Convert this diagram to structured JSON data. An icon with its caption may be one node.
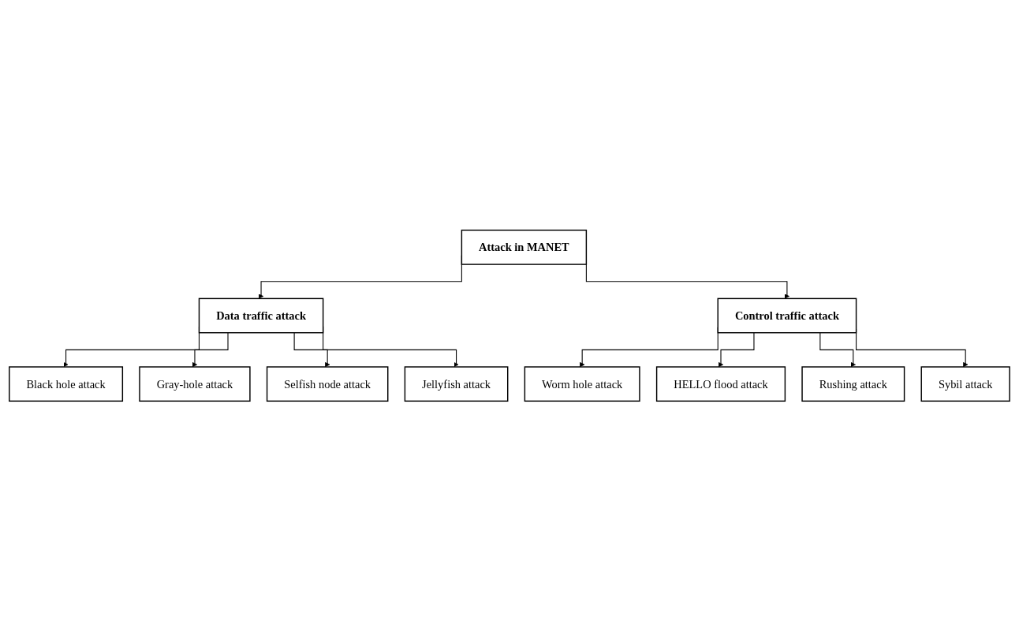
{
  "diagram": {
    "nodes": [
      {
        "text": [
          "Attack in MANET"
        ]
      },
      {
        "text": [
          "Data traffic attack"
        ]
      },
      {
        "text": [
          "Control traffic attack"
        ]
      },
      {
        "text": [
          "Black hole attack"
        ]
      },
      {
        "text": [
          "Gray-hole attack"
        ]
      },
      {
        "text": [
          "Selfish node attack"
        ]
      },
      {
        "text": [
          "Jellyfish attack"
        ]
      },
      {
        "text": [
          "Worm hole attack"
        ]
      },
      {
        "text": [
          "HELLO flood attack"
        ]
      },
      {
        "text": [
          "Rushing attack"
        ]
      },
      {
        "text": [
          "Sybil attack"
        ]
      }
    ],
    "edges": [
      {
        "from": 0,
        "to": 1,
        "arrow": "to"
      },
      {
        "from": 0,
        "to": 2,
        "arrow": "to"
      },
      {
        "from": 1,
        "to": 3,
        "arrow": "to"
      },
      {
        "from": 1,
        "to": 4,
        "arrow": "to"
      },
      {
        "from": 1,
        "to": 5,
        "arrow": "to"
      },
      {
        "from": 1,
        "to": 6,
        "arrow": "to"
      },
      {
        "from": 2,
        "to": 7,
        "arrow": "to"
      },
      {
        "from": 2,
        "to": 8,
        "arrow": "to"
      },
      {
        "from": 2,
        "to": 9,
        "arrow": "to"
      },
      {
        "from": 2,
        "to": 10,
        "arrow": "to"
      }
    ]
  }
}
